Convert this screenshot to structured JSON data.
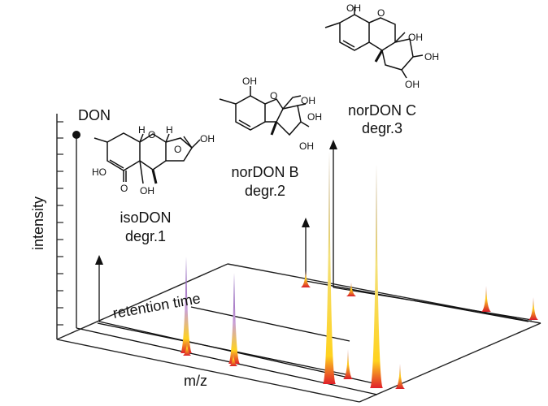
{
  "axes": {
    "y_label": "intensity",
    "x_label": "m/z",
    "z_label": "retention time"
  },
  "compounds": [
    {
      "name": "DON",
      "degradation": ""
    },
    {
      "name": "isoDON",
      "degradation": "degr.1"
    },
    {
      "name": "norDON B",
      "degradation": "degr.2"
    },
    {
      "name": "norDON C",
      "degradation": "degr.3"
    }
  ],
  "atoms": {
    "H": "H",
    "O": "O",
    "OH": "OH",
    "HO": "HO"
  },
  "colors": {
    "peak_base": "#e0202a",
    "peak_mid": "#ffd21e",
    "peak_top": "#c8a94a",
    "peak_violet": "#7a3db0",
    "axis": "#222222"
  }
}
